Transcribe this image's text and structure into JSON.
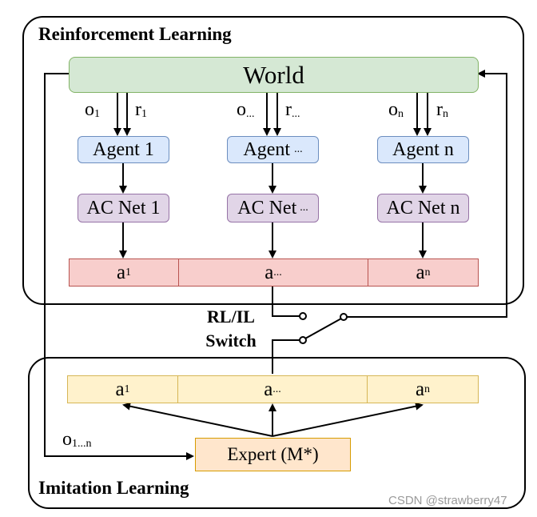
{
  "groups": {
    "rl_title": "Reinforcement Learning",
    "il_title": "Imitation Learning"
  },
  "world": {
    "label": "World"
  },
  "columns": [
    {
      "obs": "o",
      "obs_sub": "1",
      "rew": "r",
      "rew_sub": "1",
      "agent": "Agent 1",
      "acnet": "AC Net 1",
      "action": "a",
      "action_sub": "1"
    },
    {
      "obs": "o",
      "obs_sub": "...",
      "rew": "r",
      "rew_sub": "...",
      "agent": "Agent",
      "agent_sub": "...",
      "acnet": "AC Net",
      "acnet_sub": "...",
      "action": "a",
      "action_sub": "..."
    },
    {
      "obs": "o",
      "obs_sub": "n",
      "rew": "r",
      "rew_sub": "n",
      "agent": "Agent n",
      "acnet": "AC Net n",
      "action": "a",
      "action_sub": "n"
    }
  ],
  "switch": {
    "line1": "RL/IL",
    "line2": "Switch"
  },
  "imitation": {
    "actions": [
      {
        "label": "a",
        "sub": "1"
      },
      {
        "label": "a",
        "sub": "..."
      },
      {
        "label": "a",
        "sub": "n"
      }
    ],
    "obs_label": "o",
    "obs_sub": "1...n",
    "expert": "Expert (M*)"
  },
  "watermark": "CSDN @strawberry47"
}
